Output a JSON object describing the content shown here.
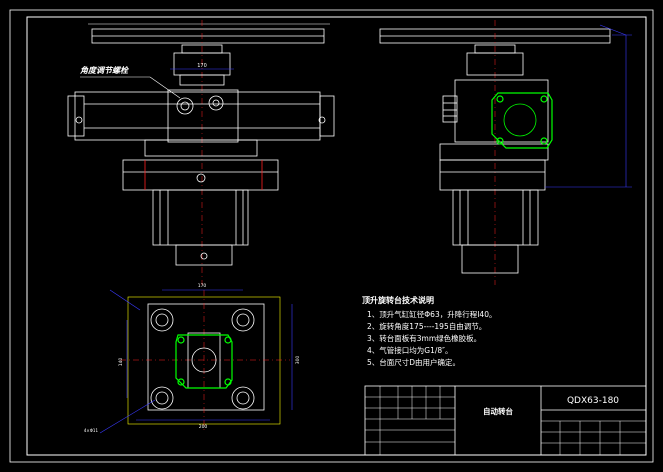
{
  "drawing": {
    "callout_adjust": "角度调节螺栓",
    "dim_top_width": "170",
    "dim_plan_width": "170",
    "dim_plan_height": "140",
    "dim_plan_outer": "200",
    "dim_plan_side": "300",
    "dim_plan_hole": "4×Φ11"
  },
  "notes": {
    "title": "顶升旋转台技术说明",
    "items": [
      "1、顶升气缸缸径Φ63，升降行程Ⅰ40。",
      "2、旋转角度175----195自由调节。",
      "3、转台面板有3mm绿色橡胶板。",
      "4、气管接口均为G1/8″。",
      "5、台面尺寸D由用户确定。"
    ]
  },
  "title_block": {
    "name": "自动转台",
    "code": "QDX63-180"
  },
  "colors": {
    "line": "#ffffff",
    "green": "#00ff00",
    "blue": "#3a3aff",
    "yellow": "#ffff00",
    "red": "#ff2020"
  }
}
